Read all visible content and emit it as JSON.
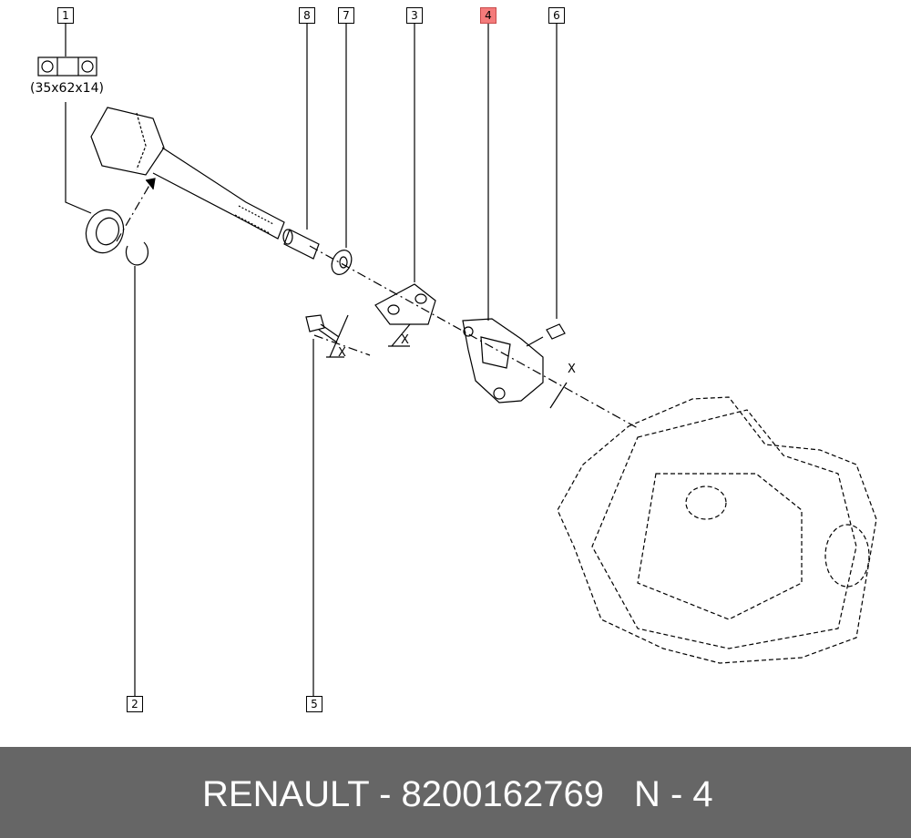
{
  "callouts": {
    "c1": "1",
    "c2": "2",
    "c3": "3",
    "c4": "4",
    "c5": "5",
    "c6": "6",
    "c7": "7",
    "c8": "8"
  },
  "highlighted_callout": "4",
  "bearing_dimensions": "(35x62x14)",
  "torque_marks": {
    "x1": "X",
    "x2": "X",
    "x3": "X"
  },
  "footer": {
    "part_text": "RENAULT - 8200162769",
    "code_text": "N - 4"
  },
  "colors": {
    "footer_bg": "#666666",
    "highlight": "#f47b7b",
    "line": "#000000"
  }
}
